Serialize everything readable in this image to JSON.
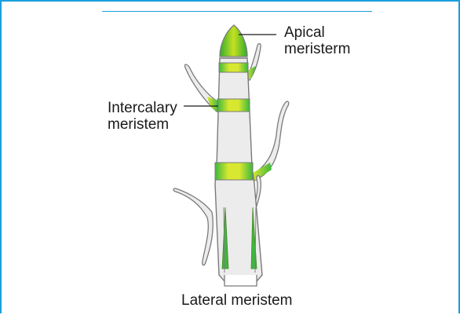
{
  "labels": {
    "apical": [
      "Apical",
      "meristerm"
    ],
    "intercalary": [
      "Intercalary",
      "meristem"
    ],
    "lateral": "Lateral meristem"
  },
  "colors": {
    "accent_border": "#1aa0dc",
    "meristem_green": "#3db83d",
    "meristem_yellow": "#d8e830",
    "stem_fill": "#ececec",
    "outline": "#7a7a7a"
  }
}
